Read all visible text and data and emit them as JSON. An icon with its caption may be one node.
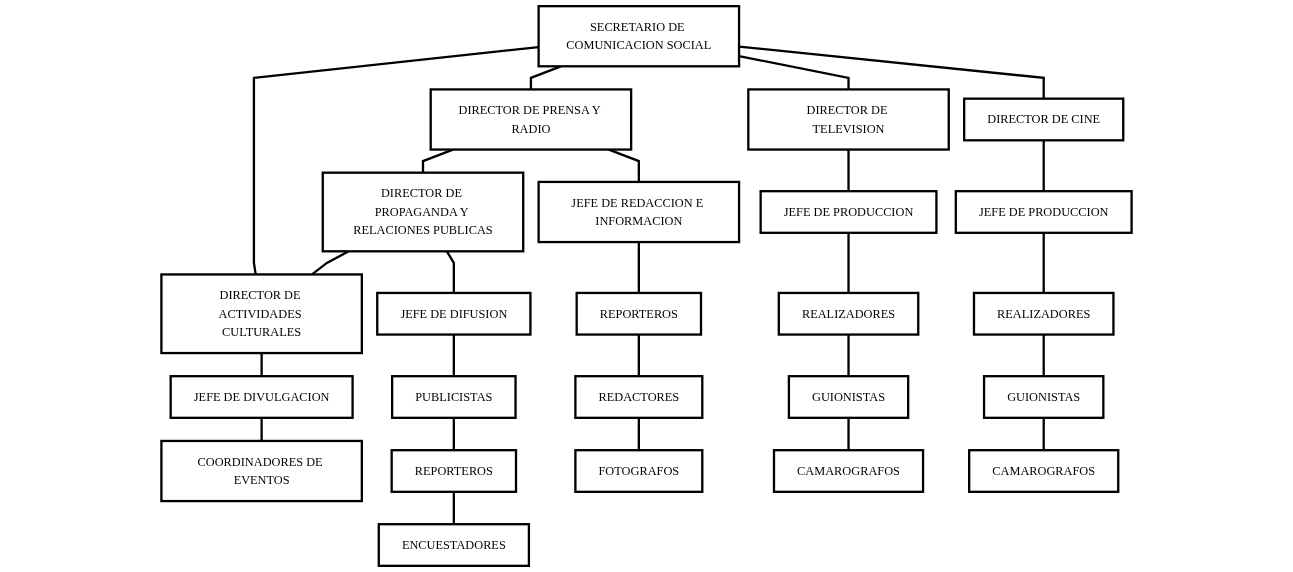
{
  "diagram": {
    "nodes": [
      {
        "text": [
          "SECRETARIO DE COMUNICACION SOCIAL"
        ]
      },
      {
        "text": [
          "DIRECTOR DE PRENSA Y RADIO"
        ]
      },
      {
        "text": [
          "DIRECTOR DE PROPAGANDA Y RELACIONES PUBLICAS"
        ]
      },
      {
        "text": [
          "DIRECTOR DE ACTIVIDADES CULTURALES"
        ]
      },
      {
        "text": [
          "DIRECTOR DE TELEVISION"
        ]
      },
      {
        "text": [
          "DIRECTOR DE CINE"
        ]
      },
      {
        "text": [
          "JEFE DE REDACCION E INFORMACION"
        ]
      },
      {
        "text": [
          "JEFE DE DIFUSION"
        ]
      },
      {
        "text": [
          "JEFE DE DIVULGACION"
        ]
      },
      {
        "text": [
          "JEFE DE PRODUCCION"
        ]
      },
      {
        "text": [
          "JEFE DE PRODUCCION"
        ]
      },
      {
        "text": [
          "REPORTEROS"
        ]
      },
      {
        "text": [
          "PUBLICISTAS"
        ]
      },
      {
        "text": [
          "COORDINADORES DE EVENTOS"
        ]
      },
      {
        "text": [
          "REALIZADORES"
        ]
      },
      {
        "text": [
          "REALIZADORES"
        ]
      },
      {
        "text": [
          "REDACTORES"
        ]
      },
      {
        "text": [
          "REPORTEROS"
        ]
      },
      {
        "text": [
          "GUIONISTAS"
        ]
      },
      {
        "text": [
          "GUIONISTAS"
        ]
      },
      {
        "text": [
          "FOTOGRAFOS"
        ]
      },
      {
        "text": [
          "ENCUESTADORES"
        ]
      },
      {
        "text": [
          "CAMAROGRAFOS"
        ]
      },
      {
        "text": [
          "CAMAROGRAFOS"
        ]
      }
    ],
    "edges": [
      {
        "from": 0,
        "to": 1,
        "arrow": "none"
      },
      {
        "from": 0,
        "to": 3,
        "arrow": "none"
      },
      {
        "from": 0,
        "to": 4,
        "arrow": "none"
      },
      {
        "from": 0,
        "to": 5,
        "arrow": "none"
      },
      {
        "from": 1,
        "to": 2,
        "arrow": "none"
      },
      {
        "from": 2,
        "to": 3,
        "arrow": "none"
      },
      {
        "from": 1,
        "to": 6,
        "arrow": "none"
      },
      {
        "from": 2,
        "to": 7,
        "arrow": "none"
      },
      {
        "from": 3,
        "to": 8,
        "arrow": "none"
      },
      {
        "from": 4,
        "to": 9,
        "arrow": "none"
      },
      {
        "from": 5,
        "to": 10,
        "arrow": "none"
      },
      {
        "from": 6,
        "to": 11,
        "arrow": "none"
      },
      {
        "from": 7,
        "to": 12,
        "arrow": "none"
      },
      {
        "from": 8,
        "to": 13,
        "arrow": "none"
      },
      {
        "from": 9,
        "to": 14,
        "arrow": "none"
      },
      {
        "from": 10,
        "to": 15,
        "arrow": "none"
      },
      {
        "from": 11,
        "to": 16,
        "arrow": "none"
      },
      {
        "from": 12,
        "to": 17,
        "arrow": "none"
      },
      {
        "from": 14,
        "to": 18,
        "arrow": "none"
      },
      {
        "from": 15,
        "to": 19,
        "arrow": "none"
      },
      {
        "from": 16,
        "to": 20,
        "arrow": "none"
      },
      {
        "from": 17,
        "to": 21,
        "arrow": "none"
      },
      {
        "from": 18,
        "to": 22,
        "arrow": "none"
      },
      {
        "from": 19,
        "to": 23,
        "arrow": "none"
      }
    ]
  }
}
